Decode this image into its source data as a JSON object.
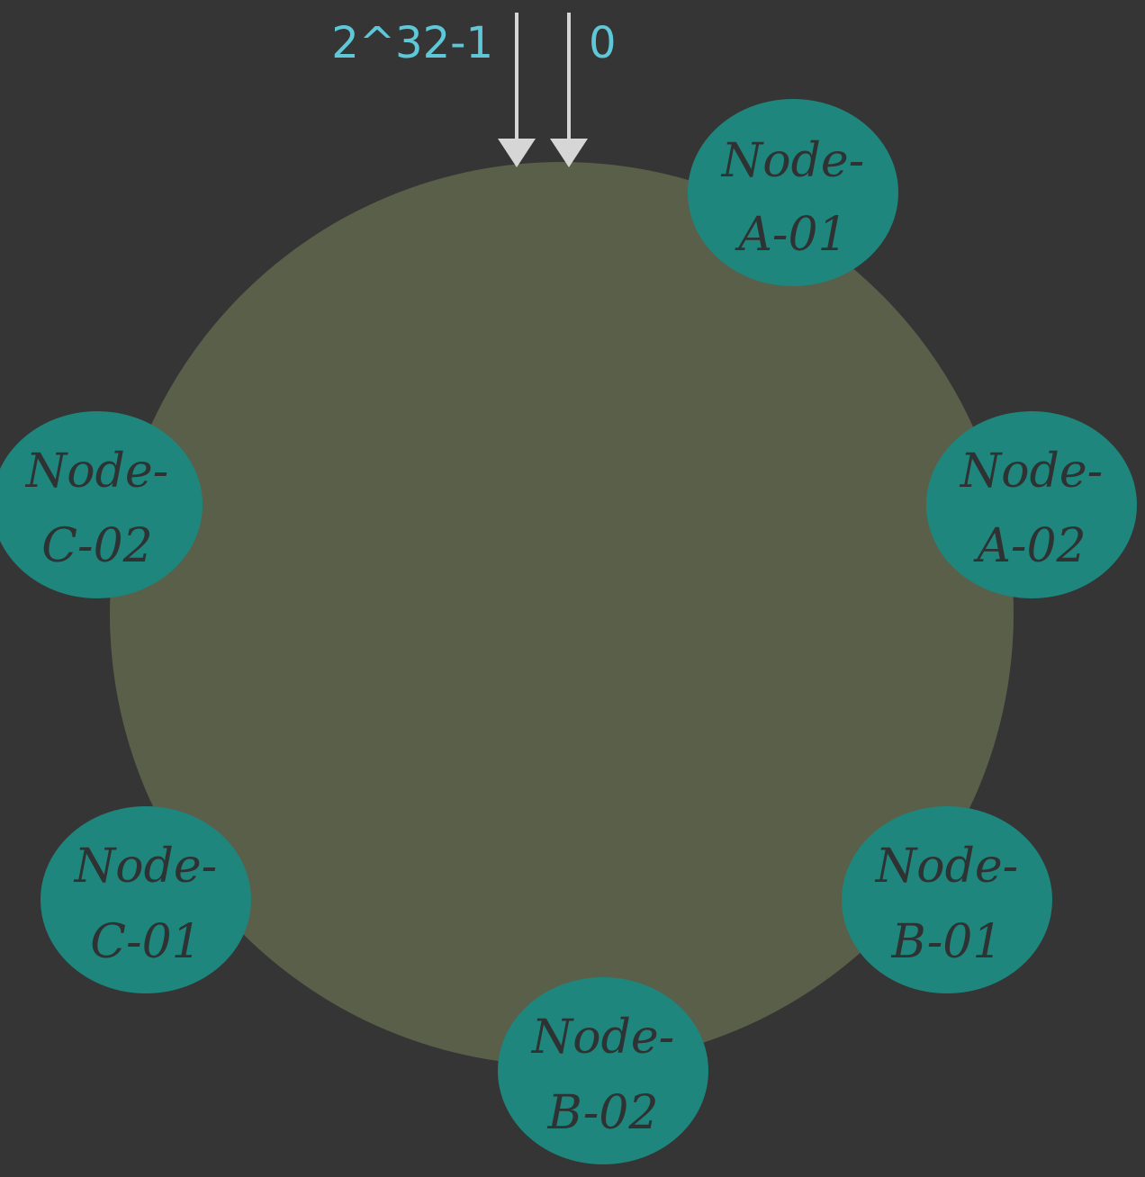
{
  "ring": {
    "max_label": "2^32-1",
    "min_label": "0",
    "ring_color": "#5a5f49",
    "node_color": "#1e867c",
    "arrow_color": "#d6d6d6",
    "label_color": "#5ec8d8"
  },
  "nodes": [
    {
      "id": "A-01",
      "line1": "Node-",
      "line2": "A-01"
    },
    {
      "id": "A-02",
      "line1": "Node-",
      "line2": "A-02"
    },
    {
      "id": "B-01",
      "line1": "Node-",
      "line2": "B-01"
    },
    {
      "id": "B-02",
      "line1": "Node-",
      "line2": "B-02"
    },
    {
      "id": "C-01",
      "line1": "Node-",
      "line2": "C-01"
    },
    {
      "id": "C-02",
      "line1": "Node-",
      "line2": "C-02"
    }
  ]
}
